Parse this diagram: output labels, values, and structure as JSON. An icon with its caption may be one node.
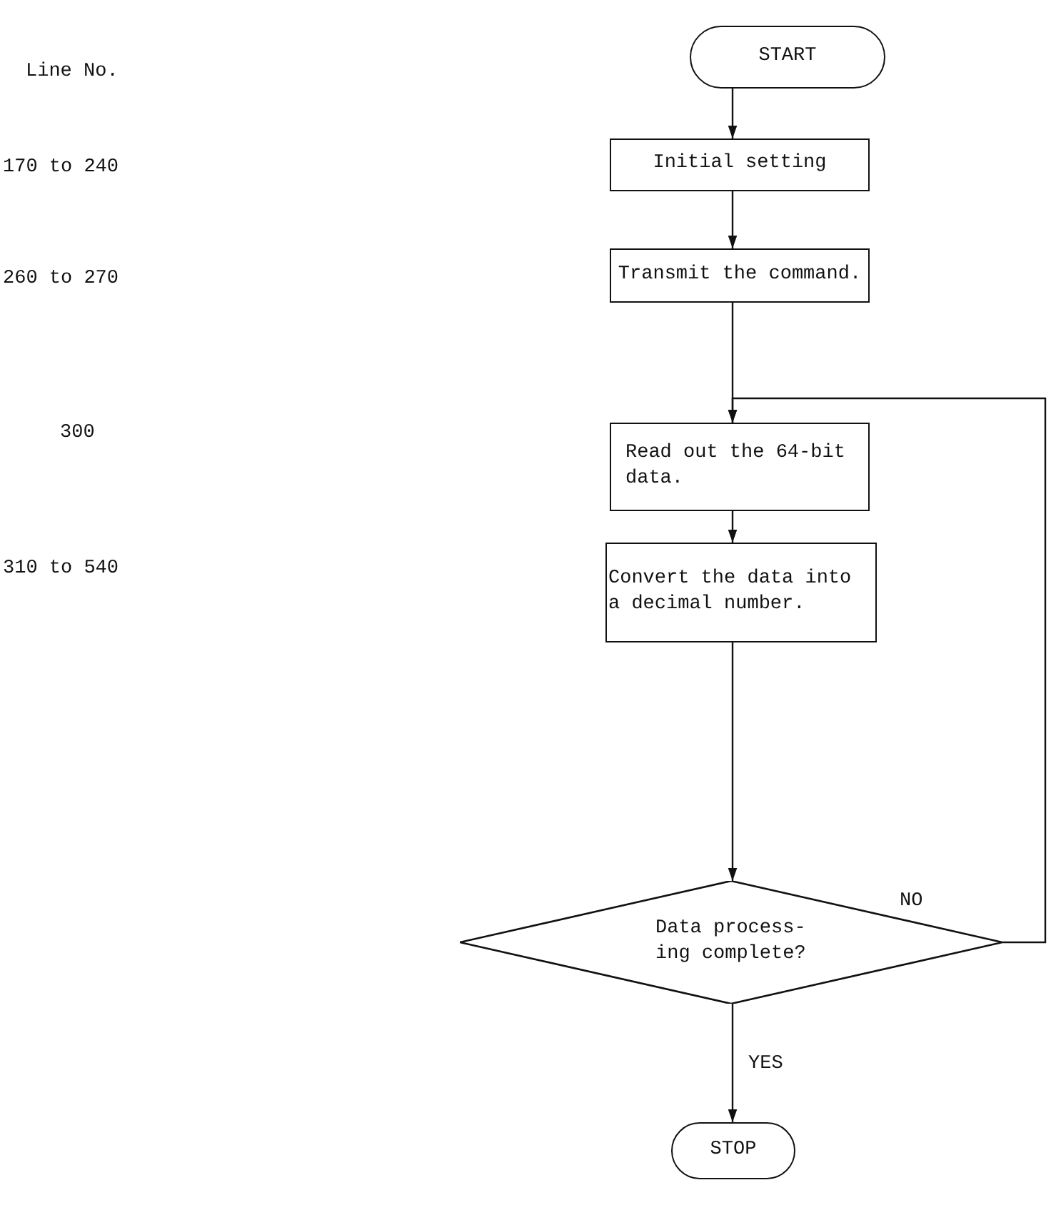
{
  "diagram": {
    "nodes": [
      {
        "text": [
          "START"
        ]
      },
      {
        "text": [
          "Initial setting"
        ]
      },
      {
        "text": [
          "Transmit the command."
        ]
      },
      {
        "text": [
          "Read out the 64-bit data."
        ]
      },
      {
        "text": [
          "Convert the data into a decimal number."
        ]
      },
      {
        "text": [
          "Data process- ing complete?"
        ]
      },
      {
        "text": [
          "STOP"
        ]
      }
    ],
    "edges": [
      {
        "from": 0,
        "to": 1,
        "arrow": "to"
      },
      {
        "from": 1,
        "to": 2,
        "arrow": "to"
      },
      {
        "from": 2,
        "to": 3,
        "arrow": "to"
      },
      {
        "from": 3,
        "to": 4,
        "arrow": "to"
      },
      {
        "from": 4,
        "to": 5,
        "arrow": "to"
      },
      {
        "from": 5,
        "to": 3,
        "arrow": "to",
        "label": "NO"
      },
      {
        "from": 5,
        "to": 6,
        "arrow": "to",
        "label": "YES"
      }
    ],
    "labels": [
      "Line No.",
      "170 to 240",
      "260 to 270",
      "300",
      "310 to 540"
    ]
  }
}
